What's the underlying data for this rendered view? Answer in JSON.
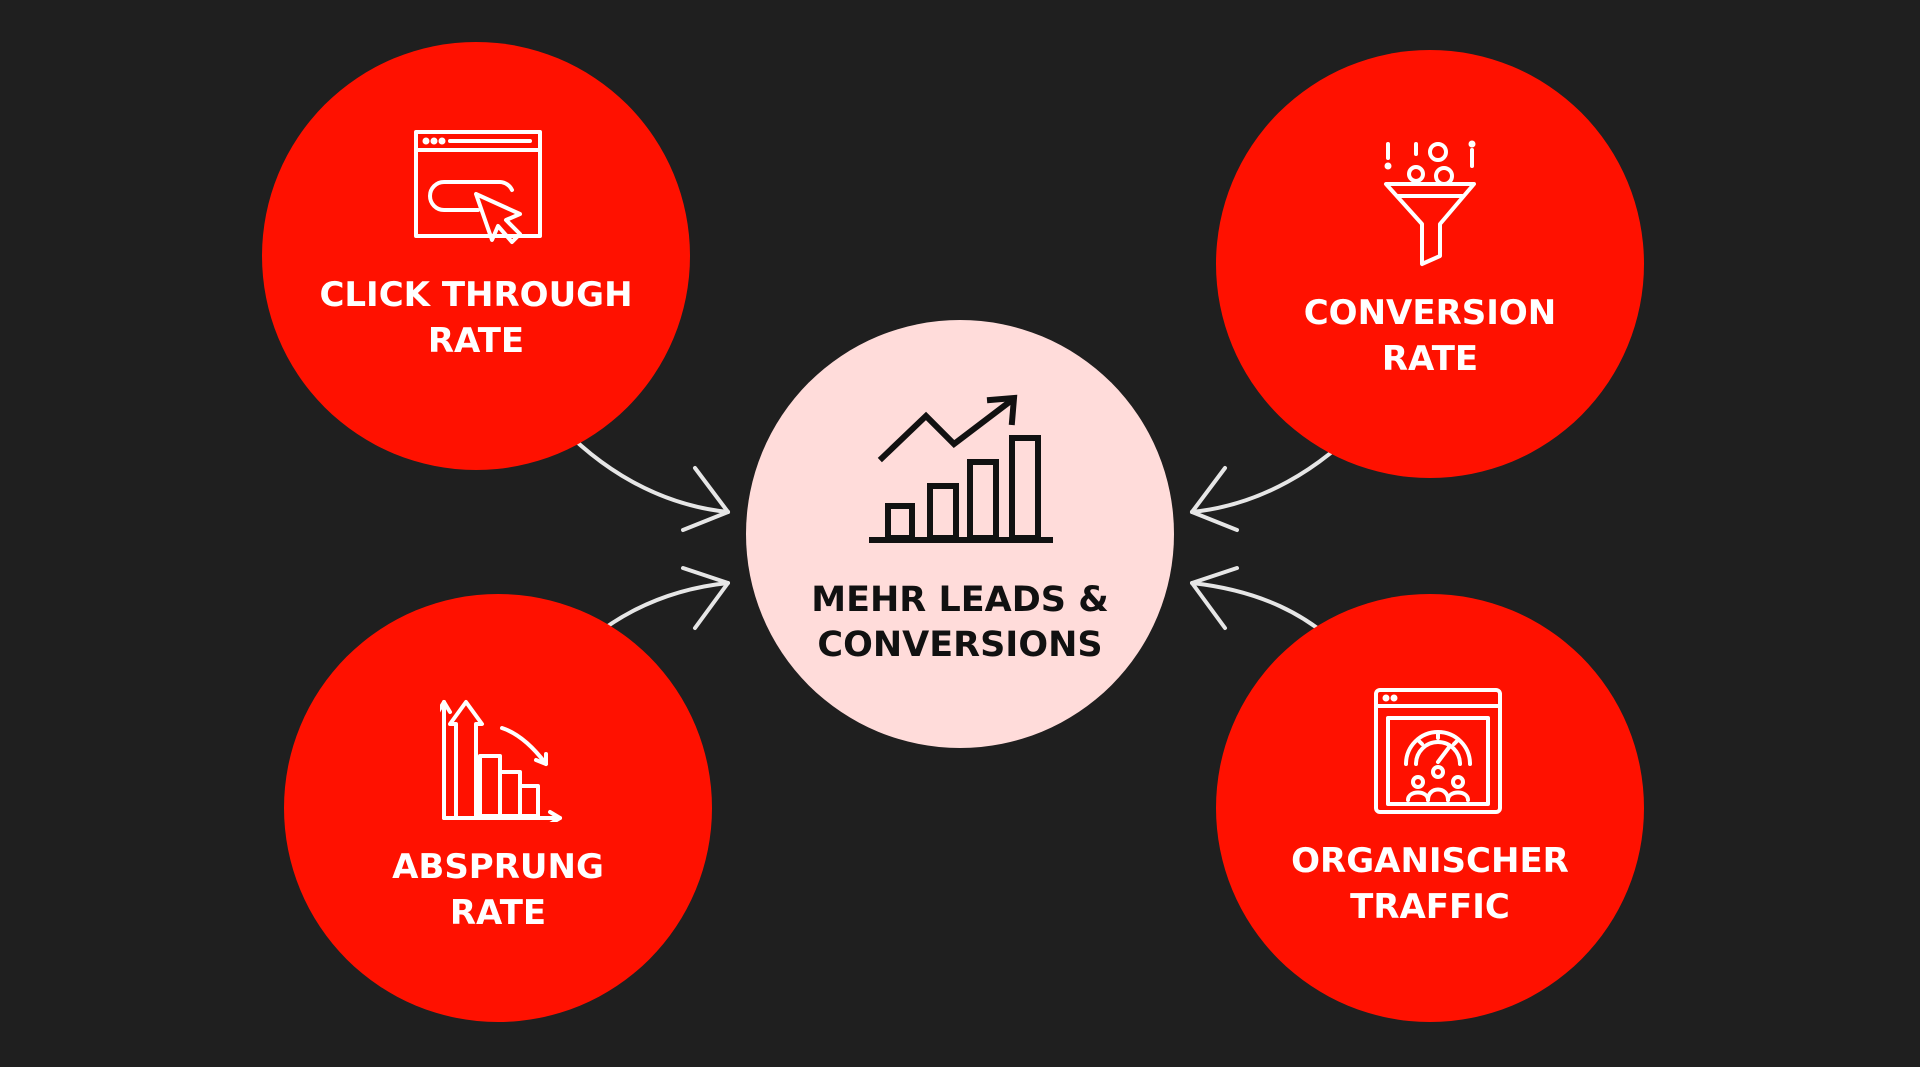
{
  "colors": {
    "background": "#1f1f1f",
    "node_fill": "#ff1100",
    "center_fill": "#ffdcda",
    "center_text": "#111111",
    "node_text": "#ffffff",
    "arrow": "#e6e6e6"
  },
  "center": {
    "icon": "growth-chart-icon",
    "line1": "MEHR LEADS &",
    "line2": "CONVERSIONS"
  },
  "nodes": {
    "click_through": {
      "icon": "browser-click-icon",
      "line1": "CLICK THROUGH",
      "line2": "RATE"
    },
    "conversion": {
      "icon": "funnel-icon",
      "line1": "CONVERSION",
      "line2": "RATE"
    },
    "absprung": {
      "icon": "declining-chart-icon",
      "line1": "ABSPRUNG",
      "line2": "RATE"
    },
    "traffic": {
      "icon": "traffic-dashboard-icon",
      "line1": "ORGANISCHER",
      "line2": "TRAFFIC"
    }
  },
  "edges": [
    {
      "from": "CLICK THROUGH RATE",
      "to": "MEHR LEADS & CONVERSIONS"
    },
    {
      "from": "CONVERSION RATE",
      "to": "MEHR LEADS & CONVERSIONS"
    },
    {
      "from": "ABSPRUNG RATE",
      "to": "MEHR LEADS & CONVERSIONS"
    },
    {
      "from": "ORGANISCHER TRAFFIC",
      "to": "MEHR LEADS & CONVERSIONS"
    }
  ]
}
